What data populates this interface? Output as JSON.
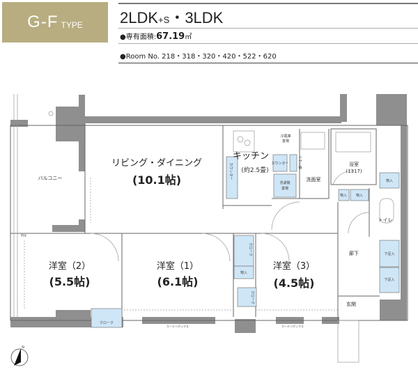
{
  "header": {
    "type_main": "G-F",
    "type_sub": "TYPE",
    "layout_main": "2LDK",
    "layout_plus": "+S",
    "layout_rest": "・3LDK",
    "area_label": "●専有面積:",
    "area_value": "67.19",
    "area_unit": "㎡",
    "room_numbers": "●Room No. 218・318・320・420・522・620"
  },
  "rooms": {
    "balcony": "バルコニー",
    "living": "リビング・ダイニング",
    "living_size": "(10.1帖)",
    "kitchen": "キッチン",
    "kitchen_size": "(約2.5畳)",
    "fridge": [
      "冷蔵庫",
      "置場"
    ],
    "counter": "カウンター",
    "linen": "リネン庫",
    "washer": [
      "洗濯機",
      "置場"
    ],
    "washroom": "洗面室",
    "bath": "浴室",
    "bath_size": "(1317)",
    "storage": "物入",
    "toilet": "トイレ",
    "hallway": "廊下",
    "shoe_storage": "下足入",
    "entrance": "玄関",
    "room2": "洋室（2）",
    "room2_size": "(5.5帖)",
    "room1": "洋室（1）",
    "room1_size": "(6.1帖)",
    "room3": "洋室（3）",
    "room3_size": "(4.5帖)",
    "closet": "クローク",
    "curtain_box": "カーテンボックス",
    "fix": "FIX",
    "north": "N"
  },
  "colors": {
    "type_box": "#b7ad80",
    "storage_fill": "#cfe6f7",
    "wall": "#8f8f8f"
  }
}
